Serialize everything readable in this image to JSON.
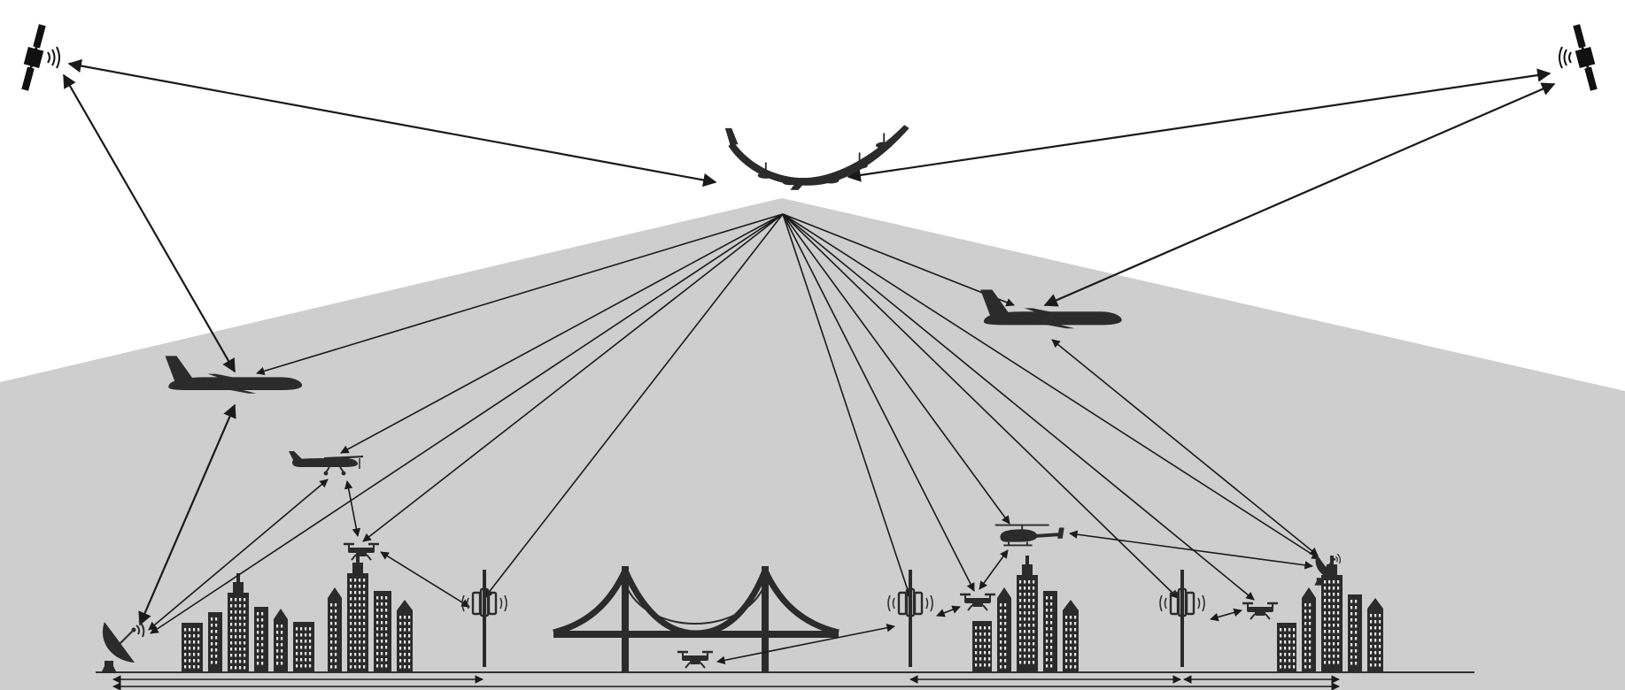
{
  "diagram": {
    "colors": {
      "background": "#ffffff",
      "coverage": "#cecece",
      "silhouette": "#2b2b2b",
      "link": "#1a1a1a",
      "ground": "#333333"
    },
    "nodes": [
      {
        "id": "sat-left",
        "kind": "satellite"
      },
      {
        "id": "sat-right",
        "kind": "satellite"
      },
      {
        "id": "haps",
        "kind": "solar-aircraft"
      },
      {
        "id": "airliner-left",
        "kind": "airliner"
      },
      {
        "id": "airliner-right",
        "kind": "airliner"
      },
      {
        "id": "light-aircraft",
        "kind": "light-aircraft"
      },
      {
        "id": "helicopter",
        "kind": "helicopter"
      },
      {
        "id": "drone-1",
        "kind": "drone"
      },
      {
        "id": "drone-2",
        "kind": "drone"
      },
      {
        "id": "drone-3",
        "kind": "drone"
      },
      {
        "id": "drone-4",
        "kind": "drone"
      },
      {
        "id": "dish-left",
        "kind": "ground-station"
      },
      {
        "id": "dish-right",
        "kind": "ground-station"
      },
      {
        "id": "tower-1",
        "kind": "cell-tower"
      },
      {
        "id": "tower-2",
        "kind": "cell-tower"
      },
      {
        "id": "tower-3",
        "kind": "cell-tower"
      },
      {
        "id": "city-1",
        "kind": "city"
      },
      {
        "id": "city-2",
        "kind": "city"
      },
      {
        "id": "city-3",
        "kind": "city"
      },
      {
        "id": "city-4",
        "kind": "city"
      },
      {
        "id": "bridge",
        "kind": "bridge"
      }
    ],
    "links": [
      [
        "sat-left",
        "haps"
      ],
      [
        "sat-right",
        "haps"
      ],
      [
        "sat-left",
        "airliner-left"
      ],
      [
        "sat-right",
        "airliner-right"
      ],
      [
        "haps",
        "airliner-left"
      ],
      [
        "haps",
        "light-aircraft"
      ],
      [
        "haps",
        "drone-1"
      ],
      [
        "haps",
        "dish-left"
      ],
      [
        "haps",
        "tower-1"
      ],
      [
        "haps",
        "tower-2"
      ],
      [
        "haps",
        "drone-2"
      ],
      [
        "haps",
        "helicopter"
      ],
      [
        "haps",
        "tower-3"
      ],
      [
        "haps",
        "drone-4"
      ],
      [
        "haps",
        "dish-right"
      ],
      [
        "haps",
        "airliner-right"
      ],
      [
        "airliner-left",
        "dish-left"
      ],
      [
        "light-aircraft",
        "dish-left"
      ],
      [
        "light-aircraft",
        "drone-1"
      ],
      [
        "drone-1",
        "tower-1"
      ],
      [
        "drone-3",
        "tower-2"
      ],
      [
        "tower-2",
        "drone-2"
      ],
      [
        "drone-2",
        "helicopter"
      ],
      [
        "helicopter",
        "dish-right"
      ],
      [
        "airliner-right",
        "dish-right"
      ],
      [
        "tower-3",
        "drone-4"
      ]
    ],
    "ground_links": [
      [
        "dish-left",
        "tower-1"
      ],
      [
        "dish-left",
        "dish-right"
      ],
      [
        "tower-2",
        "tower-3"
      ],
      [
        "tower-3",
        "dish-right"
      ]
    ]
  }
}
